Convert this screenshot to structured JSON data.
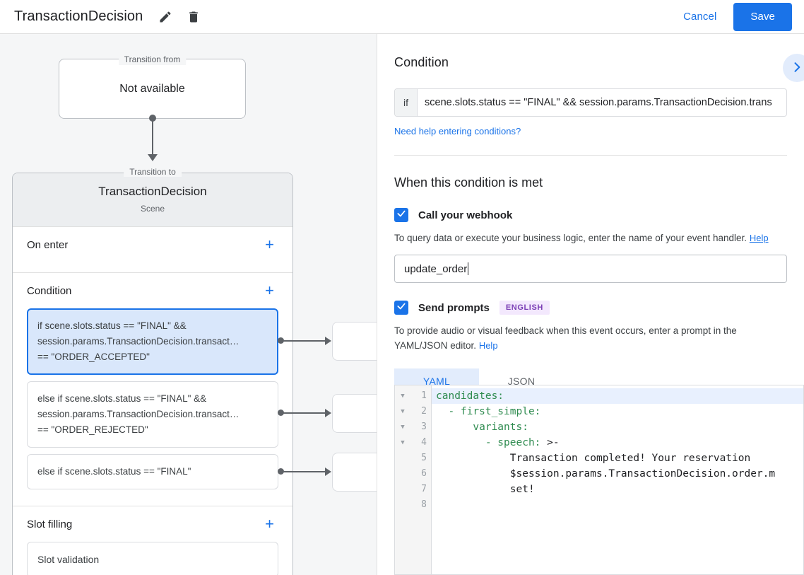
{
  "topbar": {
    "title": "TransactionDecision",
    "edit_icon": "pencil-icon",
    "delete_icon": "trash-icon",
    "cancel_label": "Cancel",
    "save_label": "Save"
  },
  "canvas": {
    "transition_from": {
      "legend": "Transition from",
      "value": "Not available"
    },
    "transition_to": {
      "legend": "Transition to",
      "title": "TransactionDecision",
      "subtitle": "Scene"
    },
    "sections": [
      {
        "title": "On enter",
        "add_label": "+"
      },
      {
        "title": "Condition",
        "add_label": "+"
      },
      {
        "title": "Slot filling",
        "add_label": "+"
      }
    ],
    "conditions": [
      {
        "line1": "if scene.slots.status == \"FINAL\" &&",
        "line2": "session.params.TransactionDecision.transact…",
        "line3": "== \"ORDER_ACCEPTED\"",
        "selected": true
      },
      {
        "line1": "else if scene.slots.status == \"FINAL\" &&",
        "line2": "session.params.TransactionDecision.transact…",
        "line3": "== \"ORDER_REJECTED\"",
        "selected": false
      },
      {
        "line1": "else if scene.slots.status == \"FINAL\"",
        "line2": "",
        "line3": "",
        "selected": false
      }
    ],
    "slot_filling": {
      "item_label": "Slot validation"
    }
  },
  "panel": {
    "condition_heading": "Condition",
    "expand_icon": "chevron-right-icon",
    "if_label": "if",
    "if_value": "scene.slots.status == \"FINAL\" && session.params.TransactionDecision.trans",
    "help_conditions_link": "Need help entering conditions?",
    "when_heading": "When this condition is met",
    "webhook": {
      "checked": true,
      "label": "Call your webhook",
      "description": "To query data or execute your business logic, enter the name of your event handler.",
      "help_label": "Help",
      "handler_value": "update_order"
    },
    "prompts": {
      "checked": true,
      "label": "Send prompts",
      "language_badge": "ENGLISH",
      "description": "To provide audio or visual feedback when this event occurs, enter a prompt in the YAML/JSON editor.",
      "help_label": "Help",
      "tabs": [
        {
          "label": "YAML",
          "active": true
        },
        {
          "label": "JSON",
          "active": false
        }
      ]
    },
    "editor": {
      "line_numbers": [
        "1",
        "2",
        "3",
        "4",
        "5",
        "6",
        "7",
        "8"
      ],
      "fold_rows": [
        true,
        true,
        true,
        true,
        false,
        false,
        false,
        false
      ],
      "lines": [
        {
          "key": "candidates:",
          "rest": "",
          "highlight": true
        },
        {
          "key": "  - first_simple:",
          "rest": "",
          "highlight": false
        },
        {
          "key": "      variants:",
          "rest": "",
          "highlight": false
        },
        {
          "key": "        - speech:",
          "rest": " >-",
          "highlight": false
        },
        {
          "key": "",
          "rest": "            Transaction completed! Your reservation",
          "highlight": false
        },
        {
          "key": "",
          "rest": "            $session.params.TransactionDecision.order.m",
          "highlight": false
        },
        {
          "key": "",
          "rest": "            set!",
          "highlight": false
        },
        {
          "key": "",
          "rest": "",
          "highlight": false
        }
      ]
    }
  },
  "colors": {
    "accent": "#1a73e8",
    "canvas_bg": "#f5f6f7",
    "selected_condition_bg": "#d9e7fb",
    "badge_bg": "#f3e8fd",
    "badge_fg": "#7b3fb5",
    "code_key": "#2e8b4f"
  }
}
